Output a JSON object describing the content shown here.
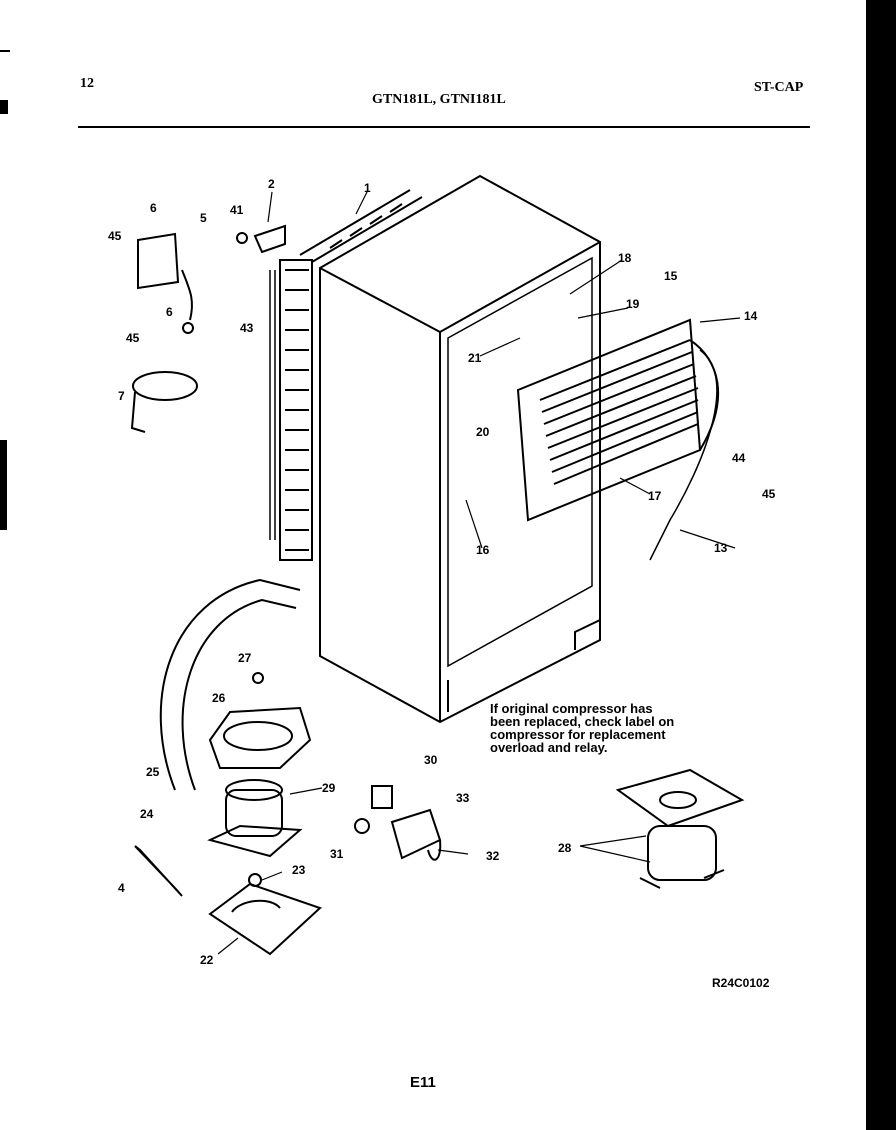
{
  "header": {
    "page_number": "12",
    "models": "GTN181L, GTNI181L",
    "code": "ST-CAP"
  },
  "note": {
    "lines": [
      "If original compressor has",
      "been replaced, check label on",
      "compressor for replacement",
      "overload and relay."
    ]
  },
  "drawing_id": "R24C0102",
  "footer": "E11",
  "callouts": [
    "1",
    "2",
    "41",
    "6",
    "5",
    "45",
    "6",
    "43",
    "45",
    "7",
    "18",
    "15",
    "19",
    "14",
    "21",
    "20",
    "17",
    "44",
    "45",
    "16",
    "13",
    "27",
    "26",
    "25",
    "29",
    "30",
    "33",
    "24",
    "31",
    "32",
    "28",
    "4",
    "23",
    "22"
  ]
}
